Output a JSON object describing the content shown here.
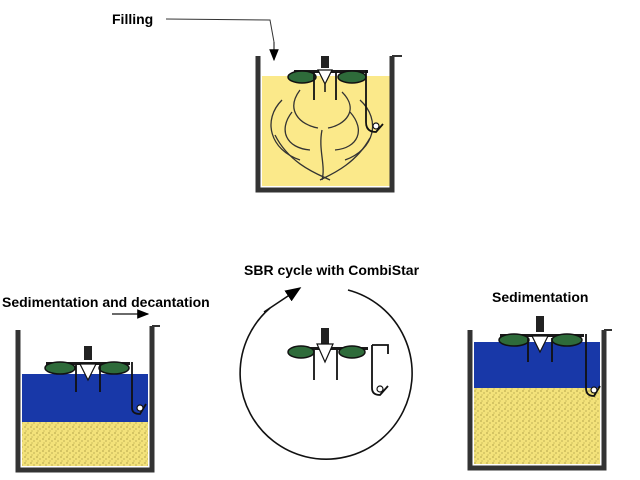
{
  "labels": {
    "filling": "Filling",
    "cycle_title": "SBR cycle with CombiStar",
    "sedimentation_decantation": "Sedimentation and decantation",
    "sedimentation": "Sedimentation"
  },
  "colors": {
    "liquid_yellow": "#fbe98a",
    "clear_water_blue": "#1838a8",
    "sludge_yellow": "#f3e27a",
    "mixer_green": "#2e6b3a",
    "outline": "#1a1a1a",
    "tank_wall": "#333333"
  }
}
